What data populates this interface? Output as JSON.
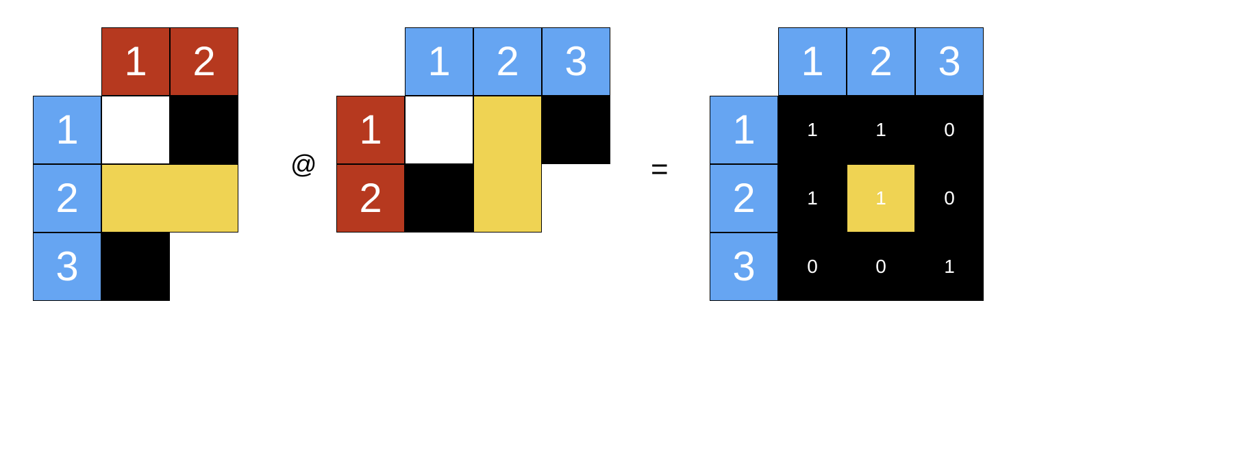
{
  "colors": {
    "blue": "#66a5f2",
    "red": "#b6391f",
    "yellow": "#efd353",
    "black": "#000000",
    "white": "#ffffff"
  },
  "operators": {
    "matmul": "@",
    "equals": "="
  },
  "left_matrix": {
    "col_headers": [
      "1",
      "2"
    ],
    "row_headers": [
      "1",
      "2",
      "3"
    ],
    "cells": [
      [
        "white",
        "black"
      ],
      [
        "yellow",
        "yellow"
      ],
      [
        "black",
        null
      ]
    ]
  },
  "middle_matrix": {
    "col_headers": [
      "1",
      "2",
      "3"
    ],
    "row_headers": [
      "1",
      "2"
    ],
    "cells": [
      [
        "white",
        "yellow",
        "black"
      ],
      [
        "black",
        "yellow",
        null
      ]
    ]
  },
  "result_matrix": {
    "col_headers": [
      "1",
      "2",
      "3"
    ],
    "row_headers": [
      "1",
      "2",
      "3"
    ],
    "values": [
      [
        "1",
        "1",
        "0"
      ],
      [
        "1",
        "1",
        "0"
      ],
      [
        "0",
        "0",
        "1"
      ]
    ],
    "cells": [
      [
        "black",
        "black",
        "black"
      ],
      [
        "black",
        "yellow",
        "black"
      ],
      [
        "black",
        "black",
        "black"
      ]
    ]
  }
}
